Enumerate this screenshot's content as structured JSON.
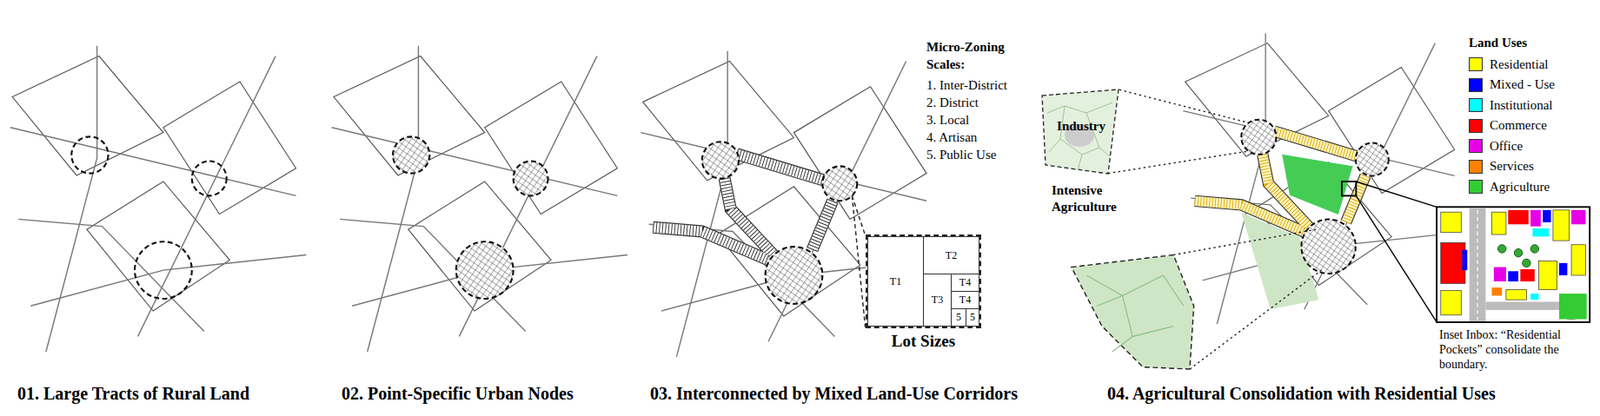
{
  "diagram": {
    "nodes": [
      {
        "text": [
          "Lot Sizes"
        ]
      },
      {
        "text": [
          "T1"
        ],
        "in": 0
      },
      {
        "text": [
          "T2"
        ],
        "in": 0
      },
      {
        "text": [
          "T3"
        ],
        "in": 0
      },
      {
        "text": [
          "T4"
        ],
        "in": 0
      },
      {
        "text": [
          "T4"
        ],
        "in": 0
      },
      {
        "text": [
          "5"
        ],
        "in": 0
      },
      {
        "text": [
          "5"
        ],
        "in": 0
      },
      {
        "text": [
          "Industry"
        ]
      }
    ],
    "labels": [
      "Micro-Zoning Scales:",
      "1. Inter-District",
      "2. District",
      "3. Local",
      "4. Artisan",
      "5. Public Use",
      "Intensive Agriculture",
      "Land Uses",
      "Inset Inbox: “Residential Pockets” consolidate the boundary.",
      "01. Large Tracts of Rural Land",
      "02. Point-Specific Urban Nodes",
      "03. Interconnected by Mixed Land-Use Corridors",
      "04. Agricultural Consolidation with Residential Uses"
    ],
    "legend": [
      {
        "text": "Residential",
        "color": "#ffff00"
      },
      {
        "text": "Mixed - Use",
        "color": "#0000ff"
      },
      {
        "text": "Institutional",
        "color": "#00ffff"
      },
      {
        "text": "Commerce",
        "color": "#ff0000"
      },
      {
        "text": "Office",
        "color": "#e600e6"
      },
      {
        "text": "Services",
        "color": "#ff8000"
      },
      {
        "text": "Agriculture",
        "color": "#33cc33"
      }
    ]
  }
}
